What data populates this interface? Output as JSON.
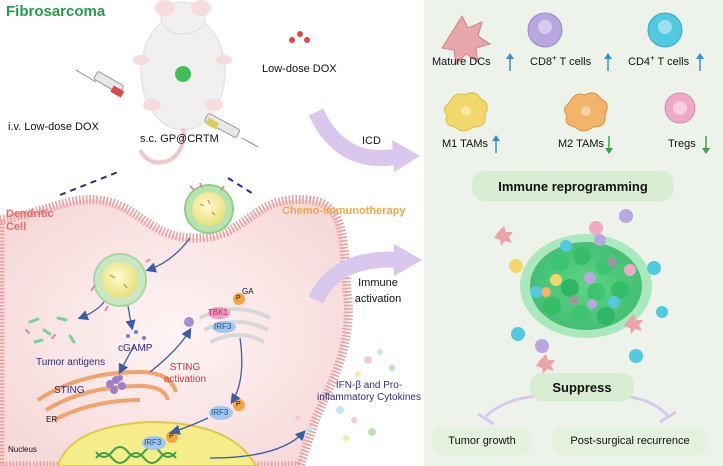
{
  "left": {
    "title": "Fibrosarcoma",
    "iv_label": "i.v. Low-dose DOX",
    "sc_label": "s.c. GP@CRTM",
    "dendritic_cell_label": "Dendritic Cell",
    "tumor_antigens": "Tumor antigens",
    "cgamp": "cGAMP",
    "sting": "STING",
    "sting_activation": "STING activation",
    "er": "ER",
    "nucleus": "Nucleus",
    "ga": "GA",
    "tbk1": "TBK1",
    "irf3": "IRF3",
    "p": "P",
    "ifn_label": "IFN-β and Pro-inflammatory Cytokines"
  },
  "middle": {
    "low_dose_dox": "Low-dose DOX",
    "icd": "ICD",
    "chemo_immunotherapy": "Chemo-immunotherapy",
    "immune_activation": "Immune activation"
  },
  "right": {
    "cells": [
      {
        "label": "Mature DCs",
        "trend": "up",
        "color": "#e8a5aa"
      },
      {
        "label_main": "CD8",
        "label_sup": "+",
        "label_tail": " T cells",
        "trend": "up",
        "color": "#b9a7e0"
      },
      {
        "label_main": "CD4",
        "label_sup": "+",
        "label_tail": " T cells",
        "trend": "up",
        "color": "#52c9df"
      },
      {
        "label": "M1 TAMs",
        "trend": "up",
        "color": "#f2d86a"
      },
      {
        "label": "M2 TAMs",
        "trend": "down",
        "color": "#f2b36a"
      },
      {
        "label": "Tregs",
        "trend": "down",
        "color": "#f0a9c4"
      }
    ],
    "immune_reprogramming": "Immune reprogramming",
    "suppress": "Suppress",
    "tumor_growth": "Tumor growth",
    "post_surgical_recurrence": "Post-surgical recurrence"
  },
  "colors": {
    "title_green": "#1f9e47",
    "dc_pink": "#e56b6f",
    "orange": "#f4a640",
    "navy": "#2b2e83",
    "arrow_up": "#3a8fd1",
    "arrow_down": "#3aa04b",
    "panel_bg": "#edf3ea",
    "pill_green": "#d9edd2"
  }
}
